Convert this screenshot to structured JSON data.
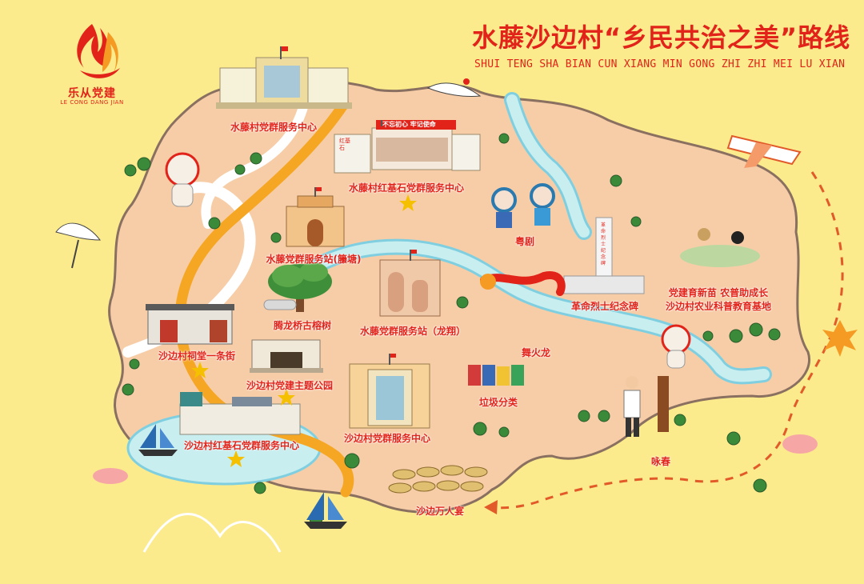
{
  "logo": {
    "main_text": "乐从党建",
    "sub_text": "LE CONG DANG JIAN"
  },
  "header": {
    "title": "水藤沙边村“乡民共治之美”路线",
    "title_pinyin": "SHUI TENG SHA BIAN CUN XIANG MIN GONG ZHI ZHI MEI LU XIAN"
  },
  "signs": {
    "slogan": "不忘初心 牢记使命",
    "red_stone": "红基石",
    "monument": "革命烈士纪念碑"
  },
  "locations": [
    {
      "id": "shuiteng-party-center",
      "label": "水藤村党群服务中心"
    },
    {
      "id": "shuiteng-hongjishi-center",
      "label": "水藤村红基石党群服务中心"
    },
    {
      "id": "shuiteng-station-tengtang",
      "label": "水藤党群服务站(籘塘)"
    },
    {
      "id": "tenglong-bridge-banyan",
      "label": "腾龙桥古榕树"
    },
    {
      "id": "shuiteng-station-longxiang",
      "label": "水藤党群服务站（龙翔）"
    },
    {
      "id": "cantonese-opera",
      "label": "粤剧"
    },
    {
      "id": "martyrs-monument",
      "label": "革命烈士纪念碑"
    },
    {
      "id": "agri-base-line1",
      "label": "党建育新苗 农普助成长"
    },
    {
      "id": "agri-base-line2",
      "label": "沙边村农业科普教育基地"
    },
    {
      "id": "fire-dragon",
      "label": "舞火龙"
    },
    {
      "id": "ancestral-hall-street",
      "label": "沙边村祠堂一条街"
    },
    {
      "id": "party-theme-park",
      "label": "沙边村党建主题公园"
    },
    {
      "id": "garbage-sorting",
      "label": "垃圾分类"
    },
    {
      "id": "shabian-party-center",
      "label": "沙边村党群服务中心"
    },
    {
      "id": "shabian-hongjishi-center",
      "label": "沙边村红基石党群服务中心"
    },
    {
      "id": "wing-chun",
      "label": "咏春"
    },
    {
      "id": "shabian-banquet",
      "label": "沙边万人宴"
    }
  ],
  "colors": {
    "background": "#fbeb8c",
    "land": "#f7cda8",
    "border": "#8a7060",
    "river": "#c8eef0",
    "river_edge": "#7fcfe0",
    "road_main": "#f5a623",
    "road_side": "#ffffff",
    "accent_red": "#e2231a"
  }
}
